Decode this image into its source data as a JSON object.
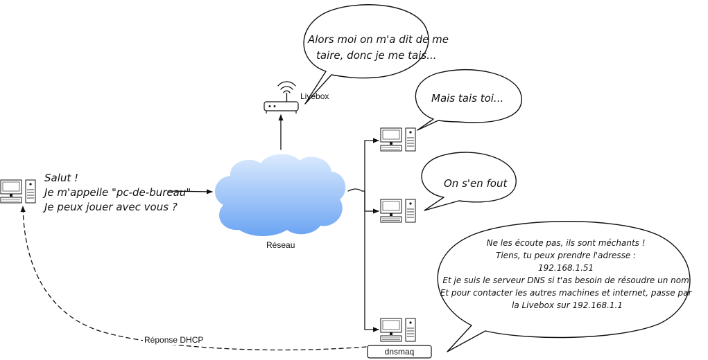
{
  "title": "",
  "labels": {
    "livebox": "Livebox",
    "reseau": "Réseau",
    "dnsmaq": "dnsmaq",
    "dhcp_reply": "Réponse DHCP"
  },
  "pc_bureau_bubble": {
    "lines": [
      "Salut !",
      "Je m'appelle \"pc-de-bureau\"",
      "Je peux jouer avec vous ?"
    ]
  },
  "livebox_bubble": {
    "lines": [
      "Alors moi on m'a dit de me",
      "taire, donc je me tais..."
    ]
  },
  "pc2_bubble": {
    "lines": [
      "Mais tais toi..."
    ]
  },
  "pc3_bubble": {
    "lines": [
      "On s'en fout"
    ]
  },
  "dnsmaq_bubble": {
    "lines": [
      "Ne les écoute pas, ils sont méchants !",
      "Tiens, tu peux prendre l'adresse :",
      "192.168.1.51",
      "Et je suis le serveur DNS si t'as besoin de résoudre un nom",
      "Et pour contacter les autres machines et internet, passe par",
      "la Livebox sur 192.168.1.1"
    ]
  },
  "colors": {
    "cloud_top": "#dbeafe",
    "cloud_bottom": "#6ba4f3",
    "ink": "#111111"
  },
  "icons": [
    "desktop-computer-icon",
    "router-icon",
    "cloud-icon"
  ]
}
